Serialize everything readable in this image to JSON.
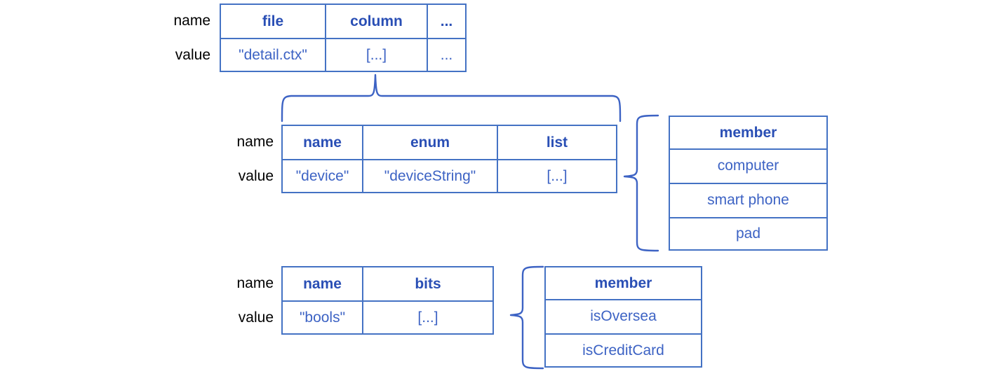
{
  "diagram": {
    "title": "context file structure diagram",
    "accent_color": "#4472C4",
    "text_color_blue": "#3D63C4",
    "text_color_black": "#000000",
    "row_labels": {
      "name": "name",
      "value": "value"
    },
    "tables": [
      {
        "id": "root-table",
        "headers": [
          "file",
          "column",
          "..."
        ],
        "values": [
          "\"detail.ctx\"",
          "[...]",
          "..."
        ]
      },
      {
        "id": "column-device-table",
        "headers": [
          "name",
          "enum",
          "list"
        ],
        "values": [
          "\"device\"",
          "\"deviceString\"",
          "[...]"
        ]
      },
      {
        "id": "column-bools-table",
        "headers": [
          "name",
          "bits"
        ],
        "values": [
          "\"bools\"",
          "[...]"
        ]
      }
    ],
    "member_tables": [
      {
        "id": "device-member-table",
        "header": "member",
        "items": [
          "computer",
          "smart phone",
          "pad"
        ]
      },
      {
        "id": "bools-member-table",
        "header": "member",
        "items": [
          "isOversea",
          "isCreditCard"
        ]
      }
    ]
  }
}
